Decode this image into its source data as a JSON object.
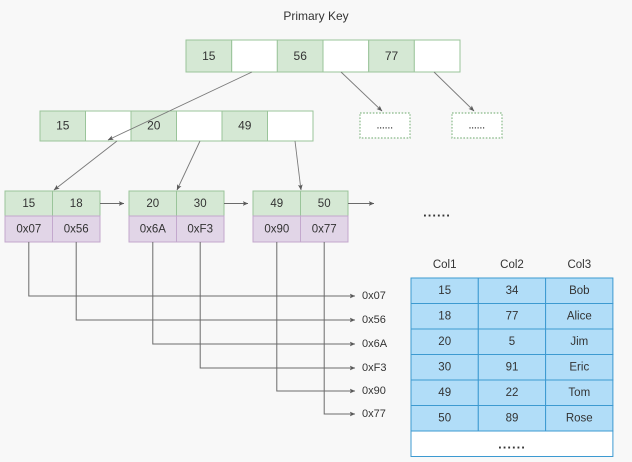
{
  "title": "Primary Key",
  "root_node": {
    "name": "root-node",
    "cells": [
      {
        "type": "key",
        "label": "15"
      },
      {
        "type": "empty",
        "label": ""
      },
      {
        "type": "key",
        "label": "56"
      },
      {
        "type": "empty",
        "label": ""
      },
      {
        "type": "key",
        "label": "77"
      },
      {
        "type": "empty",
        "label": ""
      }
    ]
  },
  "internal_node": {
    "name": "internal-node",
    "cells": [
      {
        "type": "key",
        "label": "15"
      },
      {
        "type": "empty",
        "label": ""
      },
      {
        "type": "key",
        "label": "20"
      },
      {
        "type": "empty",
        "label": ""
      },
      {
        "type": "key",
        "label": "49"
      },
      {
        "type": "empty",
        "label": ""
      }
    ]
  },
  "ellipsis_nodes": [
    {
      "label": "......"
    },
    {
      "label": "......"
    }
  ],
  "leaf_nodes": [
    {
      "keys": [
        "15",
        "18"
      ],
      "pointers": [
        "0x07",
        "0x56"
      ]
    },
    {
      "keys": [
        "20",
        "30"
      ],
      "pointers": [
        "0x6A",
        "0xF3"
      ]
    },
    {
      "keys": [
        "49",
        "50"
      ],
      "pointers": [
        "0x90",
        "0x77"
      ]
    }
  ],
  "leaf_chain_ellipsis": "......",
  "address_labels": [
    "0x07",
    "0x56",
    "0x6A",
    "0xF3",
    "0x90",
    "0x77"
  ],
  "table": {
    "headers": [
      "Col1",
      "Col2",
      "Col3"
    ],
    "rows": [
      [
        "15",
        "34",
        "Bob"
      ],
      [
        "18",
        "77",
        "Alice"
      ],
      [
        "20",
        "5",
        "Jim"
      ],
      [
        "30",
        "91",
        "Eric"
      ],
      [
        "49",
        "22",
        "Tom"
      ],
      [
        "50",
        "89",
        "Rose"
      ]
    ],
    "footer_ellipsis": "......"
  },
  "colors": {
    "key_fill": "#d5e8d4",
    "key_stroke": "#9ac49a",
    "pointer_fill": "#e1d5e7",
    "pointer_stroke": "#c3a8cd",
    "table_fill": "#b1ddf8",
    "table_stroke": "#3d9ad1",
    "edge": "#6b6b6b",
    "background": "#f8f8f8"
  }
}
